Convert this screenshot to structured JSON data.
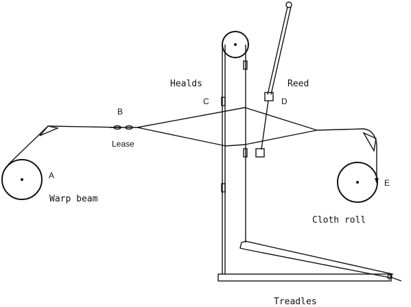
{
  "labels": {
    "heads": "Healds",
    "reed": "Reed",
    "lease": "Lease",
    "warp_beam": "Warp beam",
    "cloth_roll": "Cloth roll",
    "treadles": "Treadles"
  },
  "letters": {
    "a": "A",
    "b": "B",
    "c": "C",
    "d": "D",
    "e": "E"
  }
}
